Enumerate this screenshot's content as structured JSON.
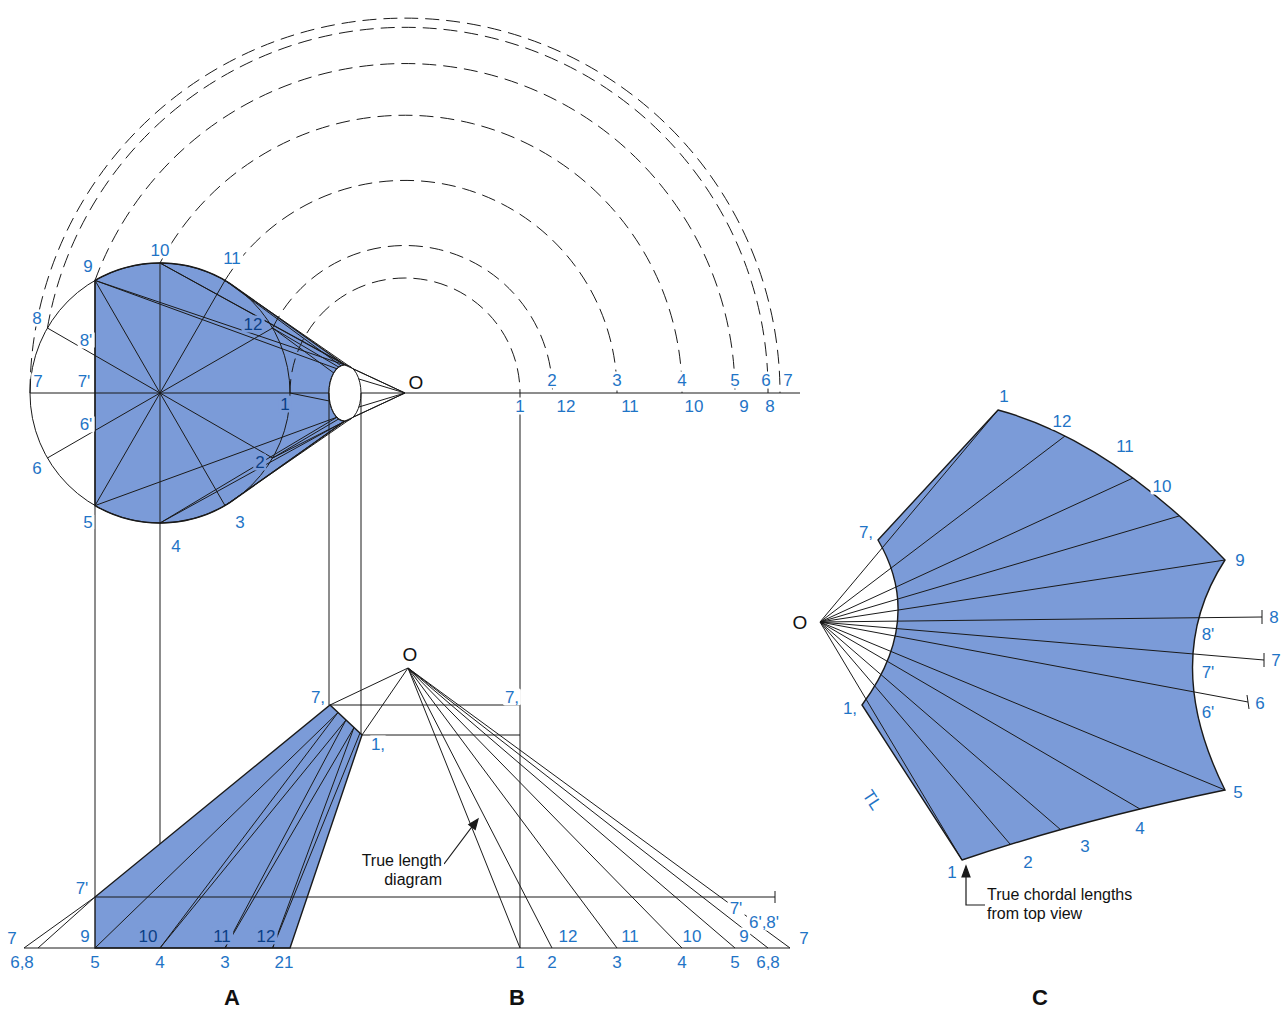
{
  "diagram": {
    "labels": [
      "9",
      "10",
      "11",
      "12",
      "8",
      "8'",
      "7",
      "7'",
      "O",
      "1",
      "6'",
      "2",
      "6",
      "5",
      "3",
      "4",
      "1",
      "2",
      "12",
      "3",
      "11",
      "4",
      "10",
      "5",
      "9",
      "6",
      "8",
      "7",
      "O",
      "7,",
      "7,",
      "1,",
      "True length diagram",
      "7'",
      "7'",
      "6',8'",
      "7",
      "9",
      "10",
      "11",
      "12",
      "7",
      "9",
      "10",
      "11",
      "12",
      "6,8",
      "5",
      "4",
      "3",
      "21",
      "1",
      "2",
      "3",
      "4",
      "5",
      "6,8",
      "A",
      "B",
      "C",
      "1",
      "12",
      "11",
      "10",
      "9",
      "7,",
      "O",
      "8",
      "8'",
      "7'",
      "7",
      "6'",
      "6",
      "1,",
      "5",
      "4",
      "3",
      "TL",
      "2",
      "1",
      "True chordal lengths from top view"
    ]
  }
}
